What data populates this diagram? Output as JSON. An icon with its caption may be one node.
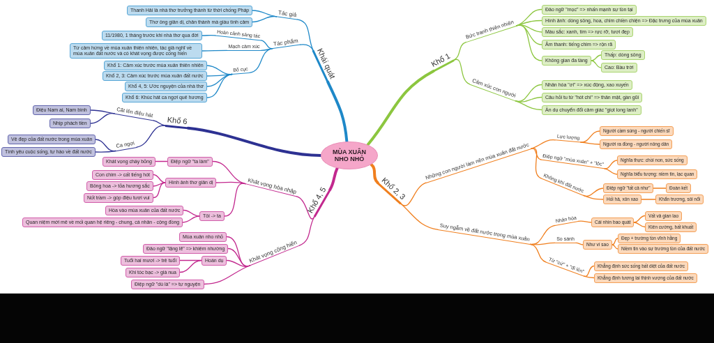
{
  "diagram": {
    "nodes": [
      {
        "text": [
          "MÙA XUÂN NHO NHỎ"
        ]
      },
      {
        "text": [
          "Khái quát"
        ]
      },
      {
        "text": [
          "Tác giả"
        ]
      },
      {
        "text": [
          "Thanh Hải là nhà thơ trưởng thành từ thời chống Pháp"
        ]
      },
      {
        "text": [
          "Thơ ông giản dị, chân thành mà giàu tình cảm"
        ]
      },
      {
        "text": [
          "Tác phẩm"
        ]
      },
      {
        "text": [
          "Hoàn cảnh sáng tác"
        ]
      },
      {
        "text": [
          "11/1980, 1 tháng trước khi nhà thơ qua đời"
        ]
      },
      {
        "text": [
          "Mạch cảm xúc"
        ]
      },
      {
        "text": [
          "Từ cảm hứng về mùa xuân thiên nhiên, tác giả nghĩ về mùa xuân đất nước và có khát vọng được cống hiến"
        ]
      },
      {
        "text": [
          "Bố cục"
        ]
      },
      {
        "text": [
          "Khổ 1: Cảm xúc trước mùa xuân thiên nhiên"
        ]
      },
      {
        "text": [
          "Khổ 2, 3: Cảm xúc trước mùa xuân đất nước"
        ]
      },
      {
        "text": [
          "Khổ 4, 5: Ước nguyện của nhà thơ"
        ]
      },
      {
        "text": [
          "Khổ 6: Khúc hát ca ngợi quê hương"
        ]
      },
      {
        "text": [
          "Khổ 6"
        ]
      },
      {
        "text": [
          "Cất lên điệu hát"
        ]
      },
      {
        "text": [
          "Điệu Nam ai, Nam bình"
        ]
      },
      {
        "text": [
          "Nhịp phách tiền"
        ]
      },
      {
        "text": [
          "Ca ngợi"
        ]
      },
      {
        "text": [
          "Vẻ đẹp của đất nước trong mùa xuân"
        ]
      },
      {
        "text": [
          "Tình yêu cuộc sống, tự hào về đất nước"
        ]
      },
      {
        "text": [
          "Khổ 4, 5"
        ]
      },
      {
        "text": [
          "Khát vọng hòa nhập"
        ]
      },
      {
        "text": [
          "Điệp ngữ \"ta làm\""
        ]
      },
      {
        "text": [
          "Khát vọng cháy bỏng"
        ]
      },
      {
        "text": [
          "Hình ảnh thơ giản dị"
        ]
      },
      {
        "text": [
          "Con chim -> cất tiếng hót"
        ]
      },
      {
        "text": [
          "Bông hoa -> tỏa hương sắc"
        ]
      },
      {
        "text": [
          "Nốt trầm -> góp điệu tươi vui"
        ]
      },
      {
        "text": [
          "Tôi -> ta"
        ]
      },
      {
        "text": [
          "Hòa vào mùa xuân của đất nước"
        ]
      },
      {
        "text": [
          "Quan niệm mới mẻ về mối quan hệ riêng - chung, cá nhân - cộng đồng"
        ]
      },
      {
        "text": [
          "Khát vọng cống hiến"
        ]
      },
      {
        "text": [
          "Mùa xuân nho nhỏ"
        ]
      },
      {
        "text": [
          "Đảo ngữ \"lặng lẽ\" => khiêm nhường"
        ]
      },
      {
        "text": [
          "Hoán dụ"
        ]
      },
      {
        "text": [
          "Tuổi hai mươi -> trẻ tuổi"
        ]
      },
      {
        "text": [
          "Khi tóc bạc -> già nua"
        ]
      },
      {
        "text": [
          "Điệp ngữ \"dù là\" => tự nguyện"
        ]
      },
      {
        "text": [
          "Khổ 1"
        ]
      },
      {
        "text": [
          "Bức tranh thiên nhiên"
        ]
      },
      {
        "text": [
          "Đảo ngữ \"mọc\" => nhấn mạnh sự tồn tại"
        ]
      },
      {
        "text": [
          "Hình ảnh: dòng sông, hoa, chim chiền chiện => Đặc trưng của mùa xuân"
        ]
      },
      {
        "text": [
          "Màu sắc: xanh, tím => rực rỡ, tươi đẹp"
        ]
      },
      {
        "text": [
          "Âm thanh: tiếng chim => rộn rã"
        ]
      },
      {
        "text": [
          "Không gian đa tầng"
        ]
      },
      {
        "text": [
          "Thấp: dòng sông"
        ]
      },
      {
        "text": [
          "Cao: Bầu trời"
        ]
      },
      {
        "text": [
          "Cảm xúc con người"
        ]
      },
      {
        "text": [
          "Nhân hóa \"ơi\" => xúc động, xao xuyến"
        ]
      },
      {
        "text": [
          "Câu hỏi tu từ \"hót chi\" => thân mật, gần gũi"
        ]
      },
      {
        "text": [
          "Ẩn dụ chuyển đổi cảm giác \"giọt long lanh\""
        ]
      },
      {
        "text": [
          "Khổ 2, 3"
        ]
      },
      {
        "text": [
          "Những con người làm nên mùa xuân đất nước"
        ]
      },
      {
        "text": [
          "Lực lượng"
        ]
      },
      {
        "text": [
          "Người cầm súng - người chiến sĩ"
        ]
      },
      {
        "text": [
          "Người ra đồng - người nông dân"
        ]
      },
      {
        "text": [
          "Điệp ngữ \"mùa xuân\" + \"lộc\""
        ]
      },
      {
        "text": [
          "Nghĩa thực: chồi non, sức sống"
        ]
      },
      {
        "text": [
          "Nghĩa biểu tượng: niềm tin, lạc quan"
        ]
      },
      {
        "text": [
          "Không khí đất nước"
        ]
      },
      {
        "text": [
          "Điệp ngữ \"tất cả như\""
        ]
      },
      {
        "text": [
          "Đoàn kết"
        ]
      },
      {
        "text": [
          "Hối hả, xôn xao"
        ]
      },
      {
        "text": [
          "Khẩn trương, sôi nổi"
        ]
      },
      {
        "text": [
          "Suy ngẫm về đất nước trong mùa xuân"
        ]
      },
      {
        "text": [
          "Nhân hóa"
        ]
      },
      {
        "text": [
          "Cái nhìn bao quát"
        ]
      },
      {
        "text": [
          "Vất vả gian lao"
        ]
      },
      {
        "text": [
          "Kiên cường, bất khuất"
        ]
      },
      {
        "text": [
          "So sánh"
        ]
      },
      {
        "text": [
          "Như vì sao"
        ]
      },
      {
        "text": [
          "Đẹp + trường tồn vĩnh hằng"
        ]
      },
      {
        "text": [
          "Niềm tin vào sự trường tồn của đất nước"
        ]
      },
      {
        "text": [
          "Từ \"cứ\" + \"đi lên\""
        ]
      },
      {
        "text": [
          "Khẳng định sức sống bất diệt của đất nước"
        ]
      },
      {
        "text": [
          "Khẳng định tương lai thịnh vượng của đất nước"
        ]
      }
    ],
    "edges": [
      {
        "from": 0,
        "to": 1,
        "arrow": "none",
        "style": "thick",
        "color": "#1e88c8"
      },
      {
        "from": 1,
        "to": 2,
        "arrow": "none",
        "color": "#1e88c8"
      },
      {
        "from": 2,
        "to": 3,
        "arrow": "none",
        "color": "#1e88c8"
      },
      {
        "from": 2,
        "to": 4,
        "arrow": "none",
        "color": "#1e88c8"
      },
      {
        "from": 1,
        "to": 5,
        "arrow": "none",
        "color": "#1e88c8"
      },
      {
        "from": 5,
        "to": 6,
        "arrow": "none",
        "color": "#1e88c8"
      },
      {
        "from": 6,
        "to": 7,
        "arrow": "none",
        "color": "#1e88c8"
      },
      {
        "from": 5,
        "to": 8,
        "arrow": "none",
        "color": "#1e88c8"
      },
      {
        "from": 8,
        "to": 9,
        "arrow": "none",
        "color": "#1e88c8"
      },
      {
        "from": 5,
        "to": 10,
        "arrow": "none",
        "color": "#1e88c8"
      },
      {
        "from": 10,
        "to": 11,
        "arrow": "none",
        "color": "#1e88c8"
      },
      {
        "from": 10,
        "to": 12,
        "arrow": "none",
        "color": "#1e88c8"
      },
      {
        "from": 10,
        "to": 13,
        "arrow": "none",
        "color": "#1e88c8"
      },
      {
        "from": 10,
        "to": 14,
        "arrow": "none",
        "color": "#1e88c8"
      },
      {
        "from": 0,
        "to": 15,
        "arrow": "none",
        "style": "thick",
        "color": "#2d3192"
      },
      {
        "from": 15,
        "to": 16,
        "arrow": "none",
        "color": "#2d3192"
      },
      {
        "from": 16,
        "to": 17,
        "arrow": "none",
        "color": "#2d3192"
      },
      {
        "from": 16,
        "to": 18,
        "arrow": "none",
        "color": "#2d3192"
      },
      {
        "from": 15,
        "to": 19,
        "arrow": "none",
        "color": "#2d3192"
      },
      {
        "from": 19,
        "to": 20,
        "arrow": "none",
        "color": "#2d3192"
      },
      {
        "from": 19,
        "to": 21,
        "arrow": "none",
        "color": "#2d3192"
      },
      {
        "from": 0,
        "to": 22,
        "arrow": "none",
        "style": "thick",
        "color": "#c2288e"
      },
      {
        "from": 22,
        "to": 23,
        "arrow": "none",
        "color": "#c2288e"
      },
      {
        "from": 23,
        "to": 24,
        "arrow": "none",
        "color": "#c2288e"
      },
      {
        "from": 24,
        "to": 25,
        "arrow": "none",
        "color": "#c2288e"
      },
      {
        "from": 23,
        "to": 26,
        "arrow": "none",
        "color": "#c2288e"
      },
      {
        "from": 26,
        "to": 27,
        "arrow": "none",
        "color": "#c2288e"
      },
      {
        "from": 26,
        "to": 28,
        "arrow": "none",
        "color": "#c2288e"
      },
      {
        "from": 26,
        "to": 29,
        "arrow": "none",
        "color": "#c2288e"
      },
      {
        "from": 23,
        "to": 30,
        "arrow": "none",
        "color": "#c2288e"
      },
      {
        "from": 30,
        "to": 31,
        "arrow": "none",
        "color": "#c2288e"
      },
      {
        "from": 30,
        "to": 32,
        "arrow": "none",
        "color": "#c2288e"
      },
      {
        "from": 22,
        "to": 33,
        "arrow": "none",
        "color": "#c2288e"
      },
      {
        "from": 33,
        "to": 34,
        "arrow": "none",
        "color": "#c2288e"
      },
      {
        "from": 33,
        "to": 35,
        "arrow": "none",
        "color": "#c2288e"
      },
      {
        "from": 33,
        "to": 36,
        "arrow": "none",
        "color": "#c2288e"
      },
      {
        "from": 36,
        "to": 37,
        "arrow": "none",
        "color": "#c2288e"
      },
      {
        "from": 36,
        "to": 38,
        "arrow": "none",
        "color": "#c2288e"
      },
      {
        "from": 33,
        "to": 39,
        "arrow": "none",
        "color": "#c2288e"
      },
      {
        "from": 0,
        "to": 40,
        "arrow": "none",
        "style": "thick",
        "color": "#8cc63f"
      },
      {
        "from": 40,
        "to": 41,
        "arrow": "none",
        "color": "#8cc63f"
      },
      {
        "from": 41,
        "to": 42,
        "arrow": "none",
        "color": "#8cc63f"
      },
      {
        "from": 41,
        "to": 43,
        "arrow": "none",
        "color": "#8cc63f"
      },
      {
        "from": 41,
        "to": 44,
        "arrow": "none",
        "color": "#8cc63f"
      },
      {
        "from": 41,
        "to": 45,
        "arrow": "none",
        "color": "#8cc63f"
      },
      {
        "from": 41,
        "to": 46,
        "arrow": "none",
        "color": "#8cc63f"
      },
      {
        "from": 46,
        "to": 47,
        "arrow": "none",
        "color": "#8cc63f"
      },
      {
        "from": 46,
        "to": 48,
        "arrow": "none",
        "color": "#8cc63f"
      },
      {
        "from": 40,
        "to": 49,
        "arrow": "none",
        "color": "#8cc63f"
      },
      {
        "from": 49,
        "to": 50,
        "arrow": "none",
        "color": "#8cc63f"
      },
      {
        "from": 49,
        "to": 51,
        "arrow": "none",
        "color": "#8cc63f"
      },
      {
        "from": 49,
        "to": 52,
        "arrow": "none",
        "color": "#8cc63f"
      },
      {
        "from": 0,
        "to": 53,
        "arrow": "none",
        "style": "thick"
      },
      {
        "from": 53,
        "to": 54,
        "arrow": "none"
      },
      {
        "from": 54,
        "to": 55,
        "arrow": "none"
      },
      {
        "from": 55,
        "to": 56,
        "arrow": "none"
      },
      {
        "from": 55,
        "to": 57,
        "arrow": "none"
      },
      {
        "from": 54,
        "to": 58,
        "arrow": "none"
      },
      {
        "from": 58,
        "to": 59,
        "arrow": "none"
      },
      {
        "from": 58,
        "to": 60,
        "arrow": "none"
      },
      {
        "from": 54,
        "to": 61,
        "arrow": "none"
      },
      {
        "from": 61,
        "to": 62,
        "arrow": "none"
      },
      {
        "from": 62,
        "to": 63,
        "arrow": "none"
      },
      {
        "from": 61,
        "to": 64,
        "arrow": "none"
      },
      {
        "from": 64,
        "to": 65,
        "arrow": "none"
      },
      {
        "from": 53,
        "to": 66,
        "arrow": "none"
      },
      {
        "from": 66,
        "to": 67,
        "arrow": "none"
      },
      {
        "from": 67,
        "to": 68,
        "arrow": "none"
      },
      {
        "from": 68,
        "to": 69,
        "arrow": "none"
      },
      {
        "from": 68,
        "to": 70,
        "arrow": "none"
      },
      {
        "from": 66,
        "to": 71,
        "arrow": "none"
      },
      {
        "from": 71,
        "to": 72,
        "arrow": "none"
      },
      {
        "from": 72,
        "to": 73,
        "arrow": "none"
      },
      {
        "from": 72,
        "to": 74,
        "arrow": "none"
      },
      {
        "from": 66,
        "to": 75,
        "arrow": "none"
      },
      {
        "from": 75,
        "to": 76,
        "arrow": "none"
      },
      {
        "from": 75,
        "to": 77,
        "arrow": "none"
      }
    ]
  }
}
